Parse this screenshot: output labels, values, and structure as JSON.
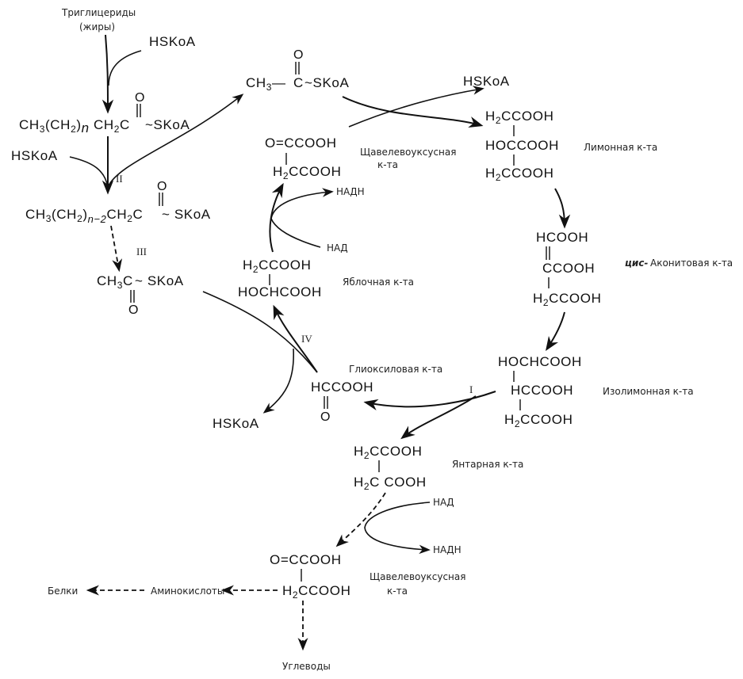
{
  "start": {
    "triglycerides": "Триглицериды",
    "fats": "(жиры)",
    "hskoa_top": "HSKoA",
    "hskoa_left": "HSKoA"
  },
  "fatty_acid": {
    "acyl_left": "CH3(CH2)nCH2C",
    "acyl_right": "~SKoA",
    "oxygen": "O",
    "shortened_left": "CH3(CH2)n−2CH2C",
    "shortened_right": "~ SKoA",
    "oxygen2": "O"
  },
  "acetyl_top": {
    "left": "CH3",
    "mid": "C",
    "right": "~SKoA",
    "oxygen": "O"
  },
  "acetyl_side": {
    "left": "CH3C",
    "right": "~ SKoA",
    "oxygen": "O"
  },
  "steps": {
    "I": "I",
    "II": "II",
    "III": "III",
    "IV": "IV"
  },
  "oxaloacetate_top": {
    "line1": "O=CCOOH",
    "line2": "H2CCOOH",
    "label": "Щавелевоуксусная",
    "label2": "к-та"
  },
  "hskoa_cycle": "HSKoA",
  "citrate": {
    "line1": "H2CCOOH",
    "line2": "HOCCOOH",
    "line3": "H2CCOOH",
    "label": "Лимонная к-та"
  },
  "aconitate": {
    "line1": "HCOOH",
    "line2": "CCOOH",
    "line3": "H2CCOOH",
    "label_prefix": "цис-",
    "label": "Аконитовая к-та"
  },
  "isocitrate": {
    "line1": "HOCHCOOH",
    "line2": "HCCOOH",
    "line3": "H2CCOOH",
    "label": "Изолимонная к-та"
  },
  "glyoxylate": {
    "line1": "HCCOOH",
    "oxygen": "O",
    "label": "Глиоксиловая к-та"
  },
  "malate": {
    "line1": "H2CCOOH",
    "line2": "HOCHCOOH",
    "label": "Яблочная к-та"
  },
  "nad_upper": {
    "nadh": "НАДН",
    "nad": "НАД"
  },
  "hskoa_bottom": "HSKoA",
  "succinate": {
    "line1": "H2CCOOH",
    "line2": "H2CCOOH",
    "label": "Янтарная к-та"
  },
  "nad_lower": {
    "nad": "НАД",
    "nadh": "НАДН"
  },
  "oxaloacetate_bottom": {
    "line1": "O=CCOOH",
    "line2": "H2CCOOH",
    "label": "Щавелевоуксусная",
    "label2": "к-та"
  },
  "products": {
    "proteins": "Белки",
    "amino_acids": "Аминокислоты",
    "carbohydrates": "Углеводы"
  }
}
